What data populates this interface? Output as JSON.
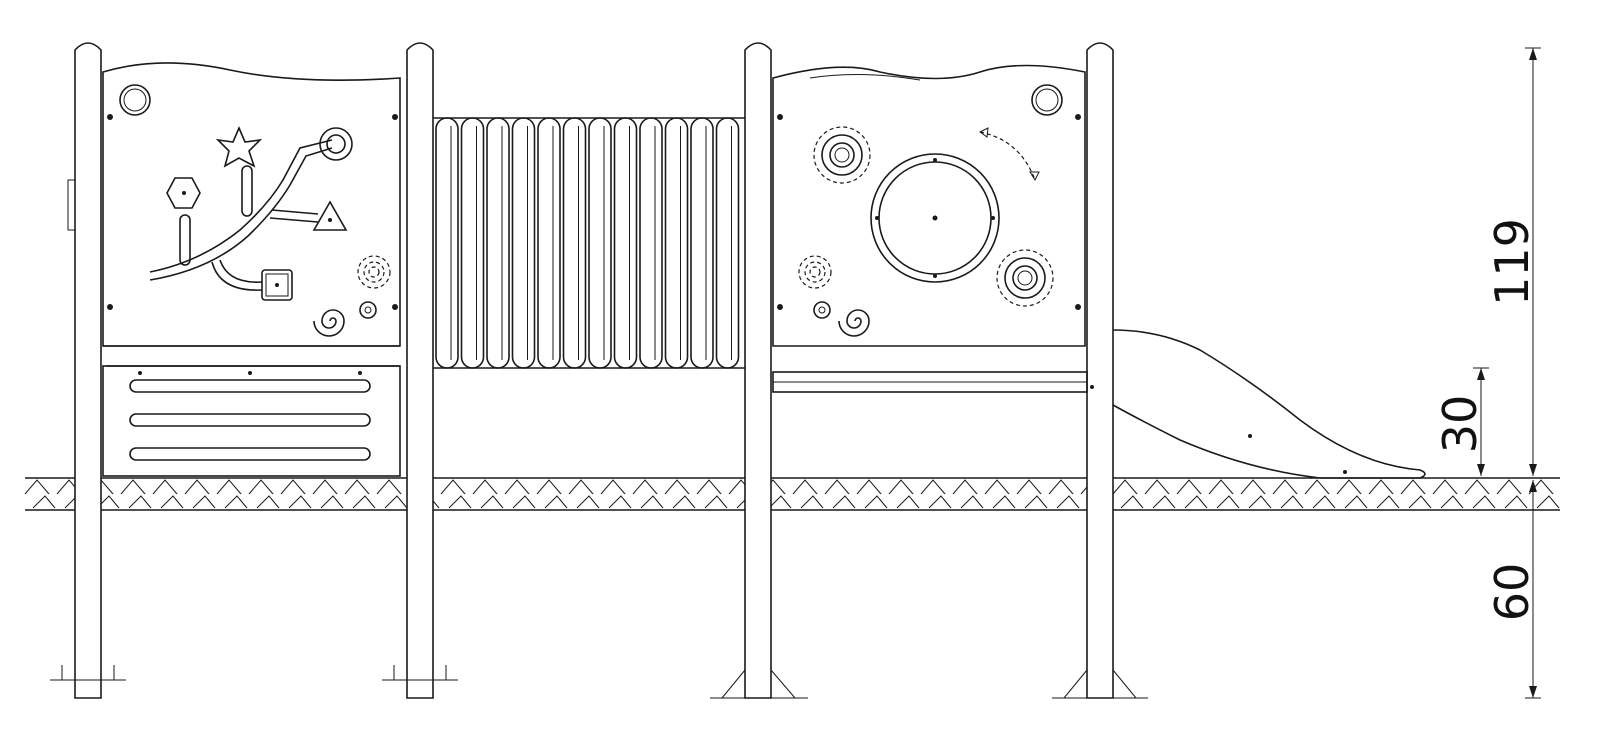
{
  "dimensions": {
    "overall_height": "119",
    "platform_height": "30",
    "foundation_depth": "60"
  },
  "components": {
    "left_panel": "activity-panel",
    "tunnel": "crawl-tunnel",
    "right_panel": "activity-panel",
    "slide": "slide",
    "ground": "ground-line"
  },
  "colors": {
    "line": "#1a1a1a",
    "background": "#ffffff"
  }
}
